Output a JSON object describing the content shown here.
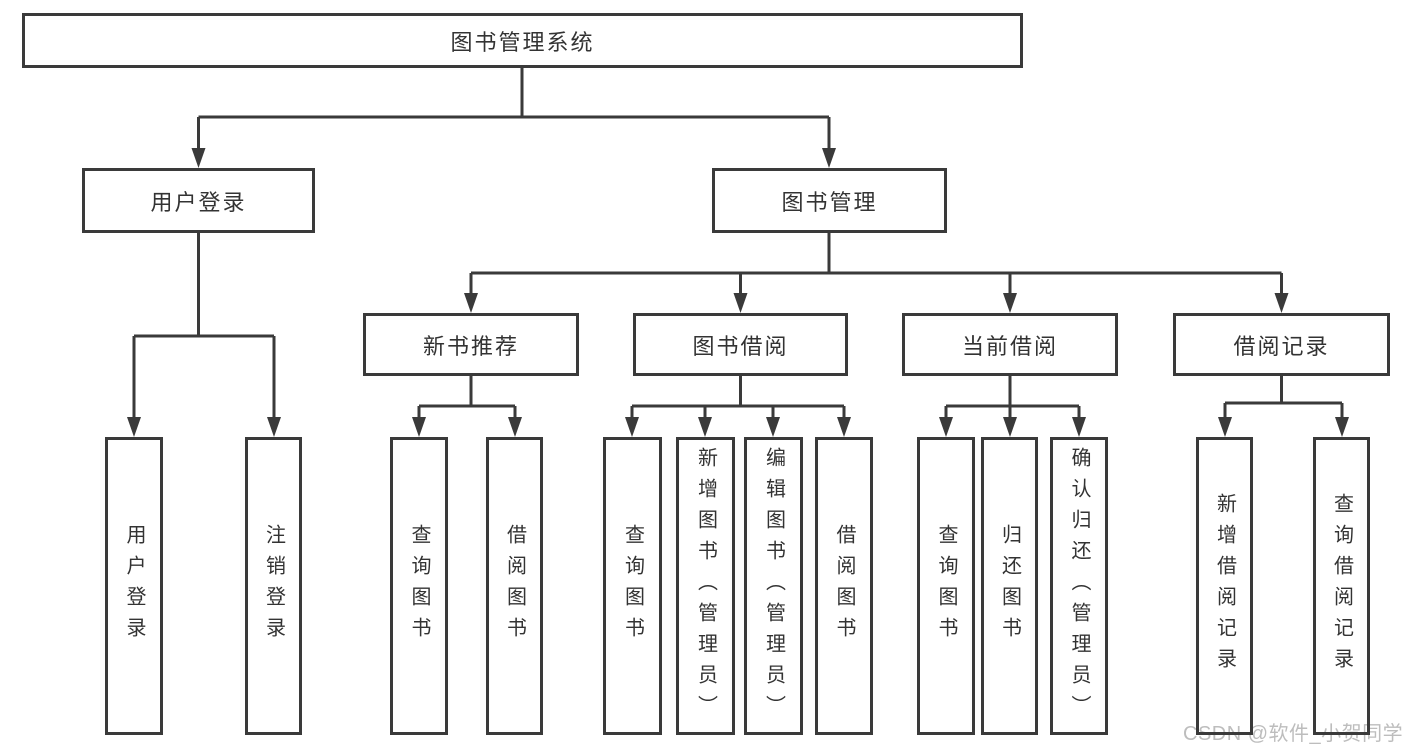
{
  "diagram": {
    "root": {
      "label": "图书管理系统"
    },
    "level2": {
      "user_login": {
        "label": "用户登录"
      },
      "book_mgmt": {
        "label": "图书管理"
      }
    },
    "level3": {
      "new_book": {
        "label": "新书推荐"
      },
      "book_borrow": {
        "label": "图书借阅"
      },
      "current_borrow": {
        "label": "当前借阅"
      },
      "borrow_record": {
        "label": "借阅记录"
      }
    },
    "leaves": {
      "user_login_leaf": {
        "label": "用户登录"
      },
      "logout": {
        "label": "注销登录"
      },
      "nb_query_books": {
        "label": "查询图书"
      },
      "nb_borrow_books": {
        "label": "借阅图书"
      },
      "bb_query_books": {
        "label": "查询图书"
      },
      "bb_add_books": {
        "label": "新增图书（管理员）"
      },
      "bb_edit_books": {
        "label": "编辑图书（管理员）"
      },
      "bb_borrow_books": {
        "label": "借阅图书"
      },
      "cb_query_books": {
        "label": "查询图书"
      },
      "cb_return_books": {
        "label": "归还图书"
      },
      "cb_confirm_return": {
        "label": "确认归还（管理员）"
      },
      "br_add_record": {
        "label": "新增借阅记录"
      },
      "br_query_record": {
        "label": "查询借阅记录"
      }
    },
    "watermark": "CSDN @软件_小贺同学",
    "colors": {
      "line": "#3a3a3a",
      "text": "#333333",
      "watermark": "#bdbdbd",
      "background": "#ffffff"
    }
  }
}
